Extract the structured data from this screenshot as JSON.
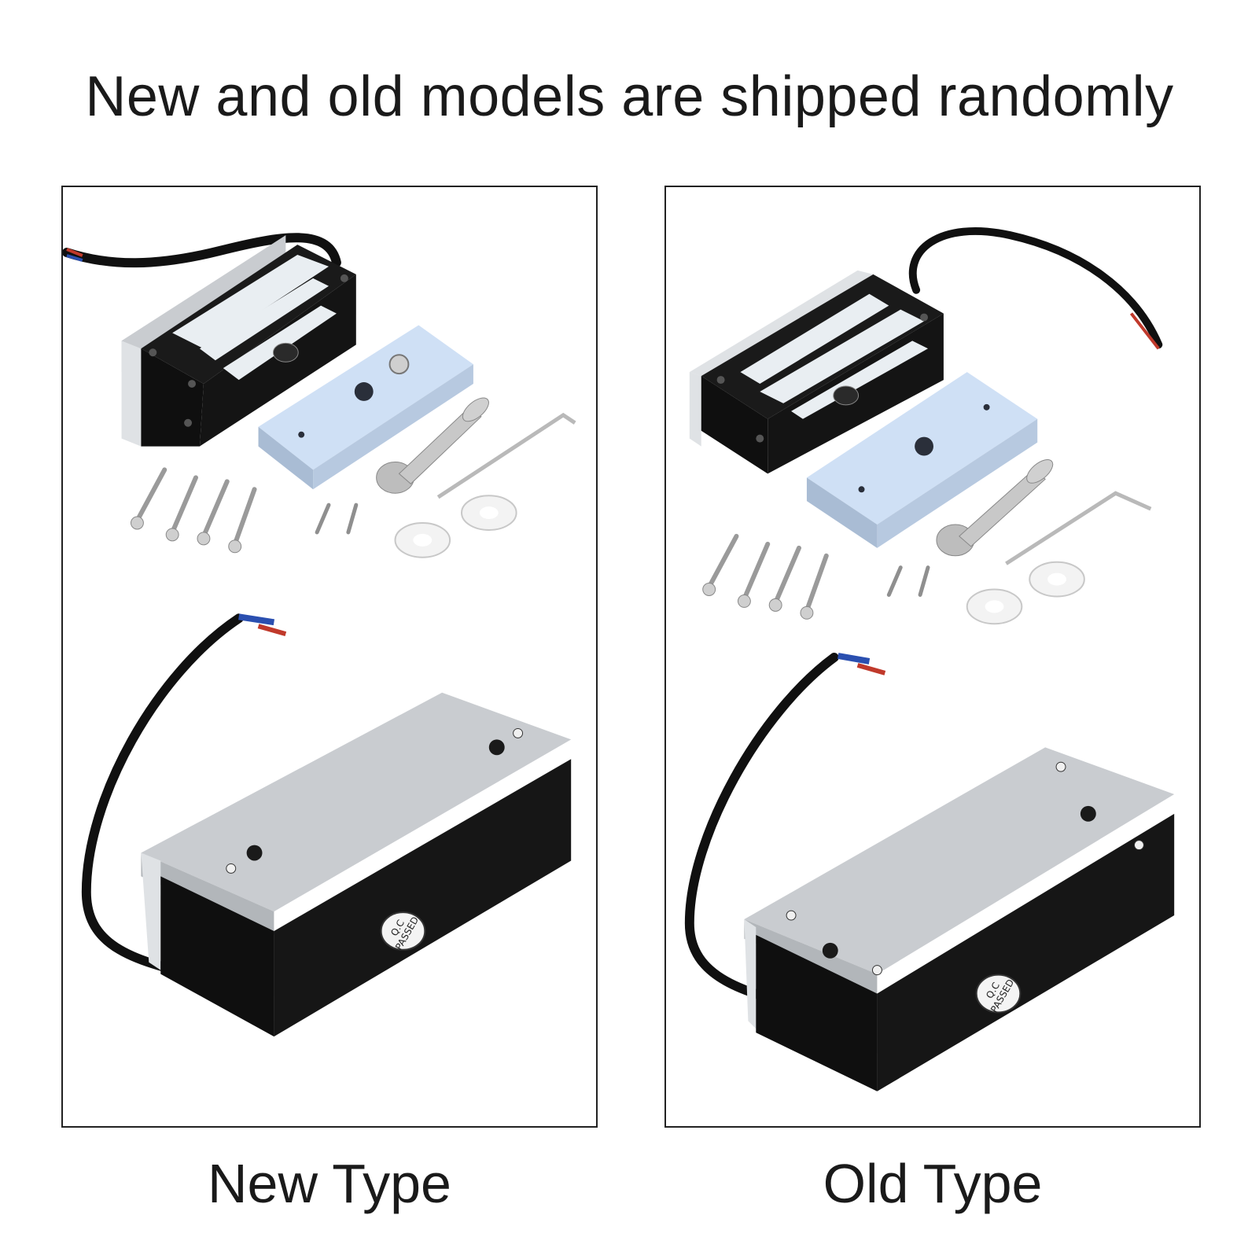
{
  "headline": "New and old models are shipped randomly",
  "panels": {
    "new": {
      "caption": "New Type",
      "qc_stamp_line1": "Q.C",
      "qc_stamp_line2": "PASSED"
    },
    "old": {
      "caption": "Old Type",
      "qc_stamp_line1": "Q.C",
      "qc_stamp_line2": "PASSED"
    }
  },
  "colors": {
    "lock_body": "#0f0f0f",
    "aluminum": "#c9ccd0",
    "plate_blue": "#cfe0f5",
    "wire": "#101010",
    "wire_red": "#c0392b",
    "wire_blue": "#2a4fb0",
    "border": "#222222"
  }
}
